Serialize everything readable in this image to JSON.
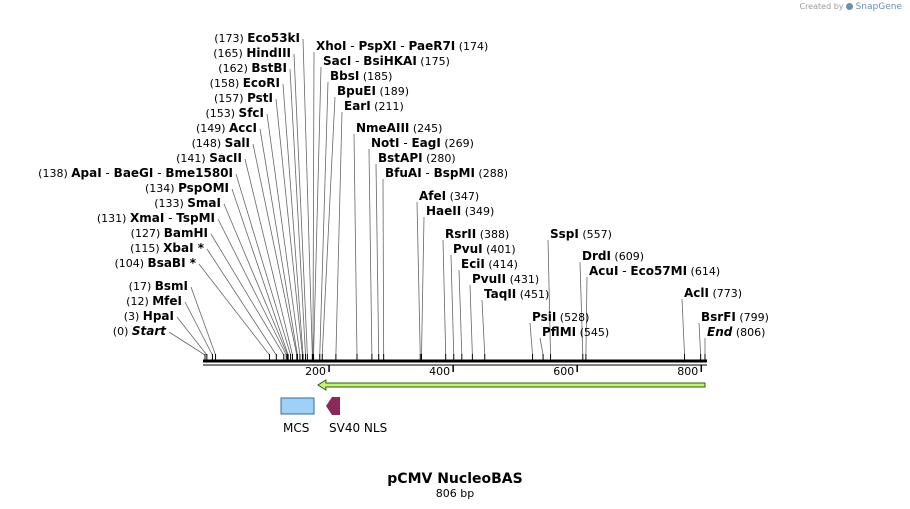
{
  "credit": {
    "prefix": "Created by",
    "brand": "SnapGene",
    "logo_icon": "snapgene-logo-icon"
  },
  "map": {
    "title": "pCMV NucleoBAS",
    "subtitle": "806 bp",
    "length": 806,
    "ticks": [
      200,
      400,
      600,
      800
    ],
    "colors": {
      "backbone": "#000000",
      "orf_fill": "#c6f07a",
      "orf_stroke": "#2e5a10",
      "mcs_fill": "#9fd0f5",
      "mcs_stroke": "#3a6c95",
      "nls_fill": "#8b2a5a"
    }
  },
  "sites": [
    {
      "parts": [
        "Start"
      ],
      "pos": 0,
      "pos_text": "(0)",
      "italic": true,
      "side": "left"
    },
    {
      "parts": [
        "HpaI"
      ],
      "pos": 3,
      "pos_text": "(3)",
      "side": "left"
    },
    {
      "parts": [
        "MfeI"
      ],
      "pos": 12,
      "pos_text": "(12)",
      "side": "left"
    },
    {
      "parts": [
        "BsmI"
      ],
      "pos": 17,
      "pos_text": "(17)",
      "side": "left"
    },
    {
      "parts": [
        "BsaBI *"
      ],
      "pos": 104,
      "pos_text": "(104)",
      "side": "left"
    },
    {
      "parts": [
        "XbaI *"
      ],
      "pos": 115,
      "pos_text": "(115)",
      "side": "left"
    },
    {
      "parts": [
        "BamHI"
      ],
      "pos": 127,
      "pos_text": "(127)",
      "side": "left"
    },
    {
      "parts": [
        "XmaI",
        "TspMI"
      ],
      "pos": 131,
      "pos_text": "(131)",
      "side": "left"
    },
    {
      "parts": [
        "SmaI"
      ],
      "pos": 133,
      "pos_text": "(133)",
      "side": "left"
    },
    {
      "parts": [
        "PspOMI"
      ],
      "pos": 134,
      "pos_text": "(134)",
      "side": "left"
    },
    {
      "parts": [
        "ApaI",
        "BaeGI",
        "Bme1580I"
      ],
      "pos": 138,
      "pos_text": "(138)",
      "side": "left"
    },
    {
      "parts": [
        "SacII"
      ],
      "pos": 141,
      "pos_text": "(141)",
      "side": "left"
    },
    {
      "parts": [
        "SalI"
      ],
      "pos": 148,
      "pos_text": "(148)",
      "side": "left"
    },
    {
      "parts": [
        "AccI"
      ],
      "pos": 149,
      "pos_text": "(149)",
      "side": "left"
    },
    {
      "parts": [
        "SfcI"
      ],
      "pos": 153,
      "pos_text": "(153)",
      "side": "left"
    },
    {
      "parts": [
        "PstI"
      ],
      "pos": 157,
      "pos_text": "(157)",
      "side": "left"
    },
    {
      "parts": [
        "EcoRI"
      ],
      "pos": 158,
      "pos_text": "(158)",
      "side": "left"
    },
    {
      "parts": [
        "BstBI"
      ],
      "pos": 162,
      "pos_text": "(162)",
      "side": "left"
    },
    {
      "parts": [
        "HindIII"
      ],
      "pos": 165,
      "pos_text": "(165)",
      "side": "left"
    },
    {
      "parts": [
        "Eco53kI"
      ],
      "pos": 173,
      "pos_text": "(173)",
      "side": "left"
    },
    {
      "parts": [
        "XhoI",
        "PspXI",
        "PaeR7I"
      ],
      "pos": 174,
      "pos_text": "(174)",
      "side": "right"
    },
    {
      "parts": [
        "SacI",
        "BsiHKAI"
      ],
      "pos": 175,
      "pos_text": "(175)",
      "side": "right"
    },
    {
      "parts": [
        "BbsI"
      ],
      "pos": 185,
      "pos_text": "(185)",
      "side": "right"
    },
    {
      "parts": [
        "BpuEI"
      ],
      "pos": 189,
      "pos_text": "(189)",
      "side": "right"
    },
    {
      "parts": [
        "EarI"
      ],
      "pos": 211,
      "pos_text": "(211)",
      "side": "right"
    },
    {
      "parts": [
        "NmeAIII"
      ],
      "pos": 245,
      "pos_text": "(245)",
      "side": "right"
    },
    {
      "parts": [
        "NotI",
        "EagI"
      ],
      "pos": 269,
      "pos_text": "(269)",
      "side": "right"
    },
    {
      "parts": [
        "BstAPI"
      ],
      "pos": 280,
      "pos_text": "(280)",
      "side": "right"
    },
    {
      "parts": [
        "BfuAI",
        "BspMI"
      ],
      "pos": 288,
      "pos_text": "(288)",
      "side": "right"
    },
    {
      "parts": [
        "AfeI"
      ],
      "pos": 347,
      "pos_text": "(347)",
      "side": "right"
    },
    {
      "parts": [
        "HaeII"
      ],
      "pos": 349,
      "pos_text": "(349)",
      "side": "right"
    },
    {
      "parts": [
        "RsrII"
      ],
      "pos": 388,
      "pos_text": "(388)",
      "side": "right"
    },
    {
      "parts": [
        "PvuI"
      ],
      "pos": 401,
      "pos_text": "(401)",
      "side": "right"
    },
    {
      "parts": [
        "EciI"
      ],
      "pos": 414,
      "pos_text": "(414)",
      "side": "right"
    },
    {
      "parts": [
        "PvuII"
      ],
      "pos": 431,
      "pos_text": "(431)",
      "side": "right"
    },
    {
      "parts": [
        "TaqII"
      ],
      "pos": 451,
      "pos_text": "(451)",
      "side": "right"
    },
    {
      "parts": [
        "SspI"
      ],
      "pos": 557,
      "pos_text": "(557)",
      "side": "right"
    },
    {
      "parts": [
        "DrdI"
      ],
      "pos": 609,
      "pos_text": "(609)",
      "side": "right"
    },
    {
      "parts": [
        "AcuI",
        "Eco57MI"
      ],
      "pos": 614,
      "pos_text": "(614)",
      "side": "right"
    },
    {
      "parts": [
        "PsiI"
      ],
      "pos": 528,
      "pos_text": "(528)",
      "side": "right"
    },
    {
      "parts": [
        "PflMI"
      ],
      "pos": 545,
      "pos_text": "(545)",
      "side": "right"
    },
    {
      "parts": [
        "AclI"
      ],
      "pos": 773,
      "pos_text": "(773)",
      "side": "right"
    },
    {
      "parts": [
        "BsrFI"
      ],
      "pos": 799,
      "pos_text": "(799)",
      "side": "right"
    },
    {
      "parts": [
        "End"
      ],
      "pos": 806,
      "pos_text": "(806)",
      "italic": true,
      "side": "right"
    }
  ],
  "features": [
    {
      "name": "MCS",
      "type": "misc",
      "start": 126,
      "end": 180
    },
    {
      "name": "SV40 NLS",
      "type": "nls",
      "start": 198,
      "end": 218,
      "direction": "reverse"
    },
    {
      "name": "",
      "type": "orf",
      "start": 182,
      "end": 806,
      "direction": "reverse"
    }
  ]
}
